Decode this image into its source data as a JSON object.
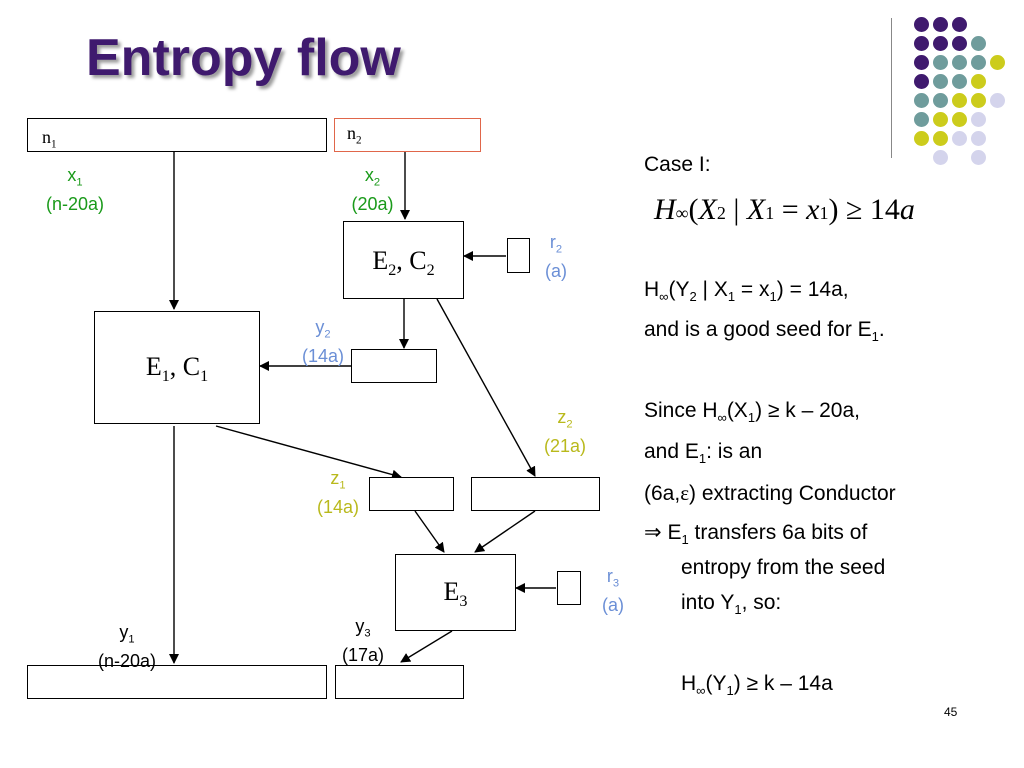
{
  "title": "Entropy flow",
  "page_number": "45",
  "diagram": {
    "n1": {
      "base": "n",
      "sub": "1"
    },
    "n2": {
      "base": "n",
      "sub": "2"
    },
    "x1": {
      "name": "x",
      "sub": "1",
      "size": "(n-20a)"
    },
    "x2": {
      "name": "x",
      "sub": "2",
      "size": "(20a)"
    },
    "r2": {
      "name": "r",
      "sub": "2",
      "size": "(a)"
    },
    "r3": {
      "name": "r",
      "sub": "3",
      "size": "(a)"
    },
    "y2": {
      "name": "y",
      "sub": "2",
      "size": "(14a)"
    },
    "z1": {
      "name": "z",
      "sub": "1",
      "size": "(14a)"
    },
    "z2": {
      "name": "z",
      "sub": "2",
      "size": "(21a)"
    },
    "y1": {
      "name": "y",
      "sub": "1",
      "size": "(n-20a)"
    },
    "y3": {
      "name": "y",
      "sub": "3",
      "size": "(17a)"
    },
    "e2c2": {
      "a": "E",
      "a_sub": "2",
      "sep": ", C",
      "b_sub": "2"
    },
    "e1c1": {
      "a": "E",
      "a_sub": "1",
      "sep": ", C",
      "b_sub": "1"
    },
    "e3": {
      "a": "E",
      "a_sub": "3"
    }
  },
  "right_panel": {
    "case": "Case I:",
    "formula": {
      "H": "H",
      "inf": "∞",
      "open": "(",
      "X": "X",
      "sub2": "2",
      "bar": " | ",
      "X1": "X",
      "sub1": "1",
      "eq": " = ",
      "x": "x",
      "sub1b": "1",
      "close": ")",
      "geq": " ≥ ",
      "num": "14",
      "a": "a"
    },
    "line1": {
      "pre": "H",
      "inf": "∞",
      "a": "(Y",
      "s1": "2",
      "b": " | X",
      "s2": "1",
      "c": " = x",
      "s3": "1",
      "d": ") = 14a,"
    },
    "line2": {
      "a": "and is a good seed for E",
      "s": "1",
      "b": "."
    },
    "line3": {
      "pre": "Since H",
      "inf": "∞",
      "a": "(X",
      "s": "1",
      "b": ") ≥ k – 20a,"
    },
    "line4": {
      "a": "and E",
      "s": "1",
      "b": ": is an"
    },
    "line5": {
      "a": "(6a,",
      "eps": "ε",
      "b": ") extracting Conductor"
    },
    "line6": {
      "arrow": "⇒",
      "a": " E",
      "s": "1",
      "b": " transfers 6a bits of"
    },
    "line7": "entropy from the seed",
    "line8": {
      "a": "into Y",
      "s": "1",
      "b": ", so:"
    },
    "line9": {
      "pre": "H",
      "inf": "∞",
      "a": "(Y",
      "s": "1",
      "b": ") ≥ k – 14a"
    }
  },
  "colors": {
    "title": "#3f1a6e",
    "purple": "#3f1a6e",
    "teal": "#6f9c9c",
    "yellow": "#cccc1c",
    "lavender": "#d4d4ec",
    "green": "#1a9a1a",
    "blue": "#6b8fd6",
    "olive": "#b9b91c",
    "n2_border": "#e0664a"
  }
}
